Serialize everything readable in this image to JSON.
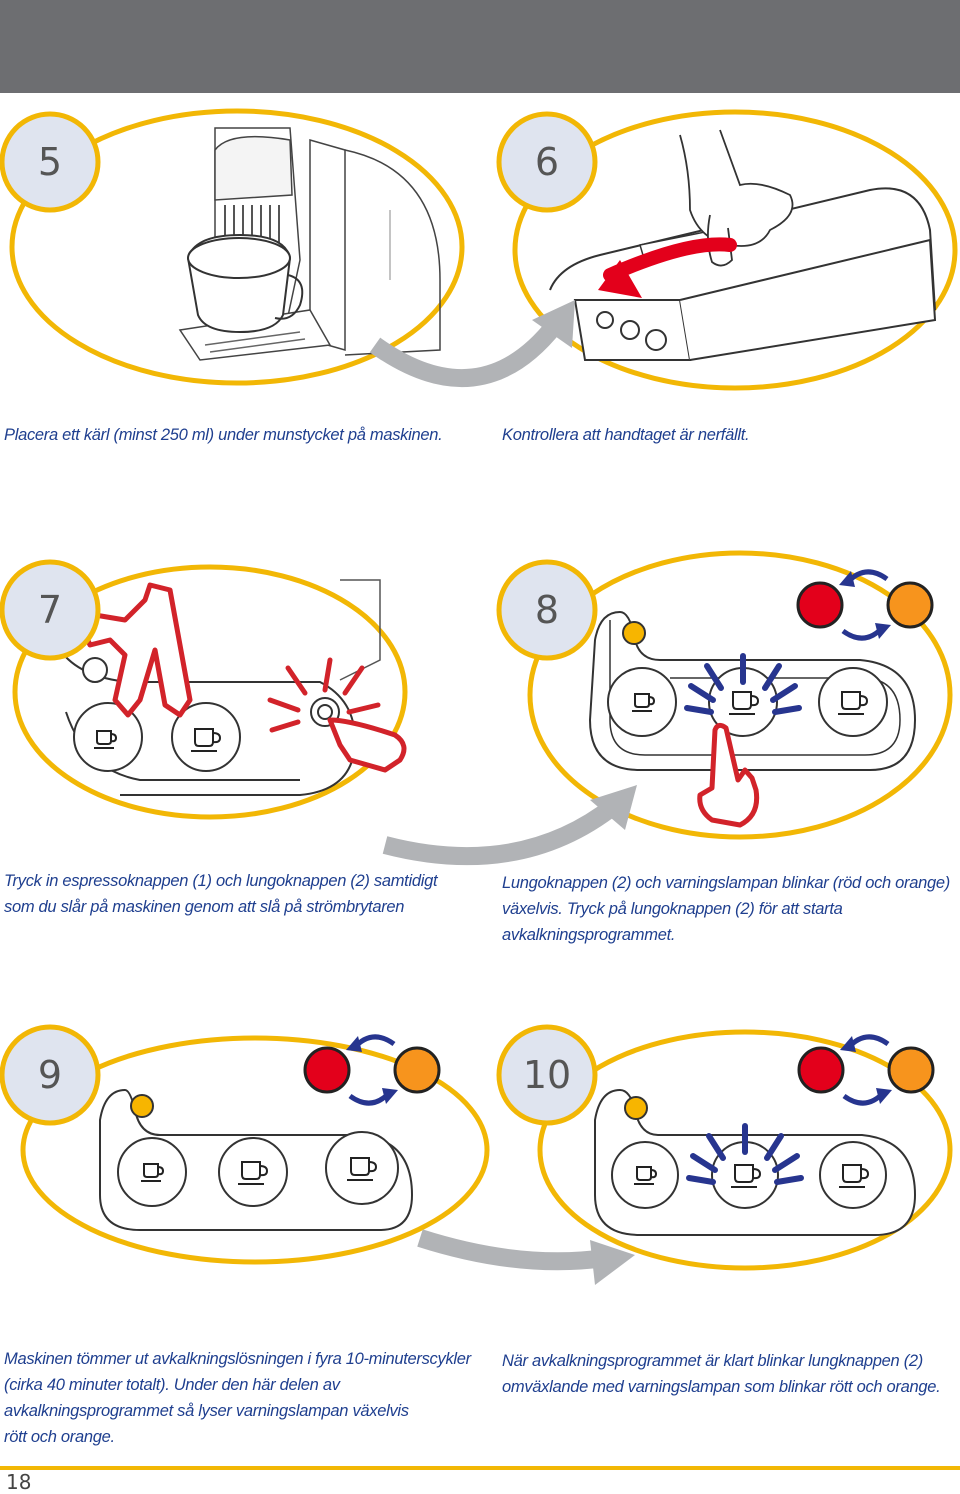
{
  "colors": {
    "header": "#6d6e71",
    "accent_yellow": "#f2b705",
    "badge_fill": "#dfe4ef",
    "text_blue": "#1f3f8f",
    "arrow_grey": "#b1b3b6",
    "hand_red": "#d2232a",
    "flash_blue": "#27358f",
    "lamp_red": "#e3001b",
    "lamp_orange": "#f7941d"
  },
  "steps": [
    {
      "number": "5",
      "caption": [
        "Placera ett kärl (minst 250 ml) under munstycket på maskinen."
      ]
    },
    {
      "number": "6",
      "caption": [
        "Kontrollera att handtaget är nerfällt."
      ]
    },
    {
      "number": "7",
      "caption": [
        "Tryck in espressoknappen (1) och lungoknappen (2) samtidigt",
        "som du slår på maskinen genom att slå på strömbrytaren"
      ]
    },
    {
      "number": "8",
      "caption": [
        "Lungoknappen (2) och varningslampan blinkar (röd och orange)",
        "växelvis. Tryck på lungoknappen (2) för att starta",
        "avkalkningsprogrammet."
      ]
    },
    {
      "number": "9",
      "caption": [
        "Maskinen tömmer ut avkalkningslösningen i fyra 10-minuterscykler",
        "(cirka 40 minuter totalt). Under den här delen av",
        "avkalkningsprogrammet så lyser varningslampan växelvis",
        "rött och orange."
      ]
    },
    {
      "number": "10",
      "caption": [
        "När avkalkningsprogrammet är klart blinkar lungknappen (2)",
        "omväxlande med varningslampan som blinkar rött och orange."
      ]
    }
  ],
  "page_number": "18"
}
